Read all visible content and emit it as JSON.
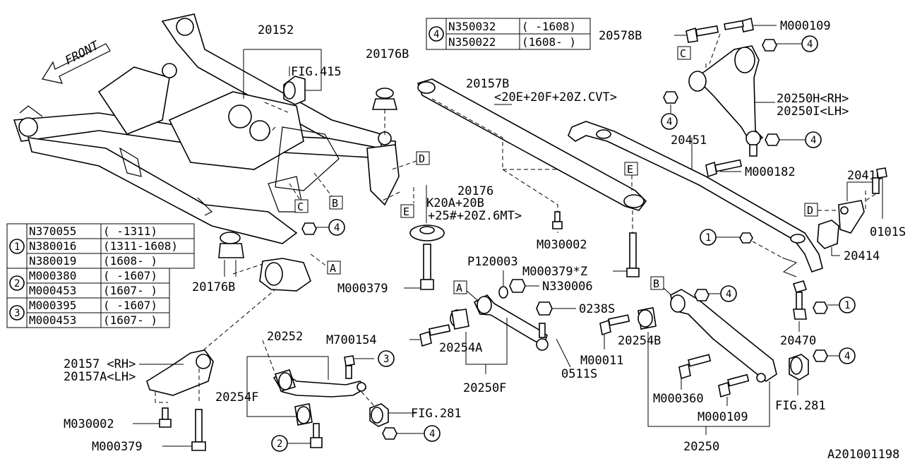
{
  "diagram_id": "A201001198",
  "front_label": "FRONT",
  "ref_tables": {
    "t1": {
      "symbol": "1",
      "rows": [
        {
          "part": "N370055",
          "range": "(      -1311)"
        },
        {
          "part": "N380016",
          "range": "(1311-1608)"
        },
        {
          "part": "N380019",
          "range": "(1608-      )"
        }
      ]
    },
    "t2": {
      "symbol": "2",
      "rows": [
        {
          "part": "M000380",
          "range": "(  -1607)"
        },
        {
          "part": "M000453",
          "range": "(1607-  )"
        }
      ]
    },
    "t3": {
      "symbol": "3",
      "rows": [
        {
          "part": "M000395",
          "range": "(  -1607)"
        },
        {
          "part": "M000453",
          "range": "(1607-  )"
        }
      ]
    },
    "t4": {
      "symbol": "4",
      "rows": [
        {
          "part": "N350032",
          "range": "(  -1608)"
        },
        {
          "part": "N350022",
          "range": "(1608-  )"
        }
      ]
    }
  },
  "labels": {
    "p20152": "20152",
    "fig415": "FIG.415",
    "p20176b_top": "20176B",
    "p20157b": "20157B",
    "p20157b_note": "<20E+20F+20Z.CVT>",
    "p20578b": "20578B",
    "m000109_top": "M000109",
    "p20250h": "20250H<RH>",
    "p20250i": "20250I<LH>",
    "p20451": "20451",
    "m000182": "M000182",
    "p20416": "20416",
    "p0101s": "0101S",
    "p20414": "20414",
    "p20176": "20176",
    "p20176_note1": "K20A+20B",
    "p20176_note2": "+25#+20Z.6MT>",
    "m030002_mid": "M030002",
    "m000379z": "M000379*Z",
    "p20176b_left": "20176B",
    "m000379_mid": "M000379",
    "p120003": "P120003",
    "n330006": "N330006",
    "p0238s": "0238S",
    "m700154": "M700154",
    "p20254a": "20254A",
    "p20250f": "20250F",
    "p0511s": "0511S",
    "m00011": "M00011",
    "p20254b": "20254B",
    "p20470": "20470",
    "p20157_rh": "20157 <RH>",
    "p20157a_lh": "20157A<LH>",
    "p20252": "20252",
    "p20254f": "20254F",
    "fig281_left": "FIG.281",
    "fig281_right": "FIG.281",
    "m030002_bot": "M030002",
    "m000379_bot": "M000379",
    "m000360": "M000360",
    "m000109_bot": "M000109",
    "p20250": "20250"
  },
  "view_letters": [
    "A",
    "B",
    "C",
    "D",
    "E"
  ],
  "callout_numbers": [
    "1",
    "2",
    "3",
    "4"
  ]
}
